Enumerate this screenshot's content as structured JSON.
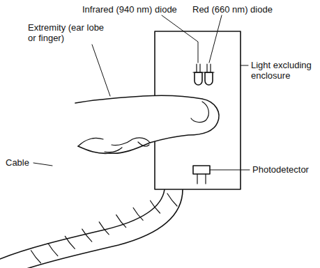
{
  "diagram": {
    "labels": [
      "Infrared (940 nm) diode",
      "Red (660 nm) diode",
      "Extremity (ear lobe or finger)",
      "Light excluding enclosure",
      "Cable",
      "Photodetector"
    ]
  }
}
